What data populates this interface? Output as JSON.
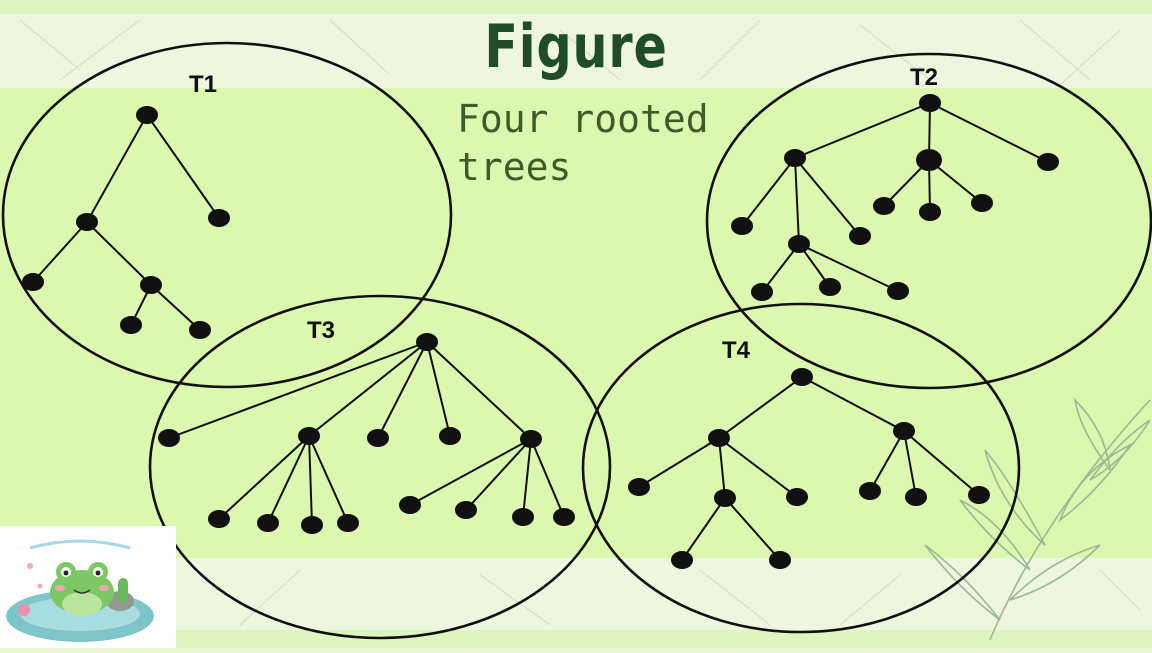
{
  "slide": {
    "title": "Figure",
    "subtitle": "Four rooted trees"
  },
  "trees": [
    {
      "id": "T1",
      "label": "T1"
    },
    {
      "id": "T2",
      "label": "T2"
    },
    {
      "id": "T3",
      "label": "T3"
    },
    {
      "id": "T4",
      "label": "T4"
    }
  ],
  "colors": {
    "background": "#e9f6d2",
    "band": "#dcf7b0",
    "title": "#1f4d2a",
    "subtitle": "#3d5c28",
    "ink": "#111111"
  },
  "icons": [
    "frog-sticker-icon",
    "leaf-branch-icon"
  ]
}
